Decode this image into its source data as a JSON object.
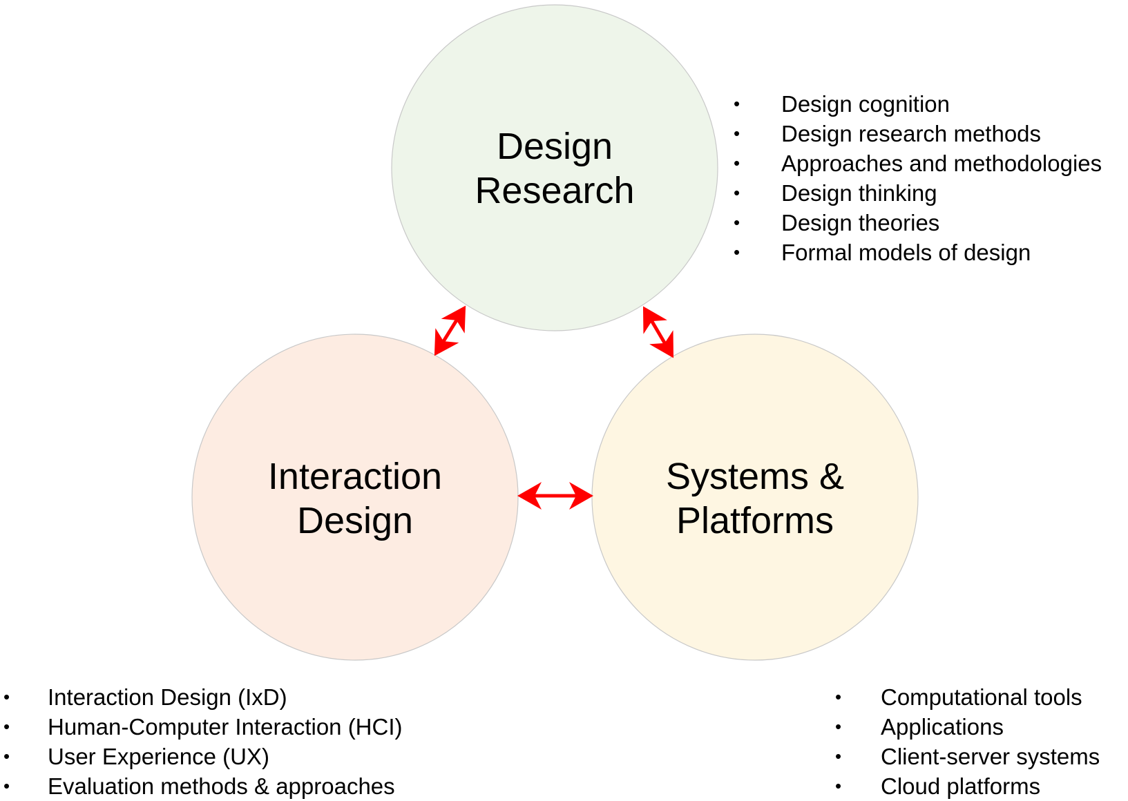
{
  "colors": {
    "design_research_fill": "#EEF5EA",
    "interaction_design_fill": "#FDECE2",
    "systems_platforms_fill": "#FEF6E2",
    "circle_outline": "#C8C8C8",
    "arrow": "#FF0000",
    "text": "#000000"
  },
  "nodes": {
    "design_research": {
      "line1": "Design",
      "line2": "Research",
      "items": [
        "Design cognition",
        "Design research methods",
        "Approaches and methodologies",
        "Design thinking",
        "Design theories",
        "Formal models of design"
      ]
    },
    "interaction_design": {
      "line1": "Interaction",
      "line2": "Design",
      "items": [
        "Interaction Design (IxD)",
        "Human-Computer Interaction (HCI)",
        "User Experience (UX)",
        "Evaluation methods & approaches"
      ]
    },
    "systems_platforms": {
      "line1": "Systems &",
      "line2": "Platforms",
      "items": [
        "Computational tools",
        "Applications",
        "Client-server systems",
        "Cloud platforms"
      ]
    }
  },
  "edges": [
    {
      "from": "design_research",
      "to": "interaction_design",
      "type": "bidirectional"
    },
    {
      "from": "design_research",
      "to": "systems_platforms",
      "type": "bidirectional"
    },
    {
      "from": "interaction_design",
      "to": "systems_platforms",
      "type": "bidirectional"
    }
  ],
  "bullet_glyph": "•"
}
